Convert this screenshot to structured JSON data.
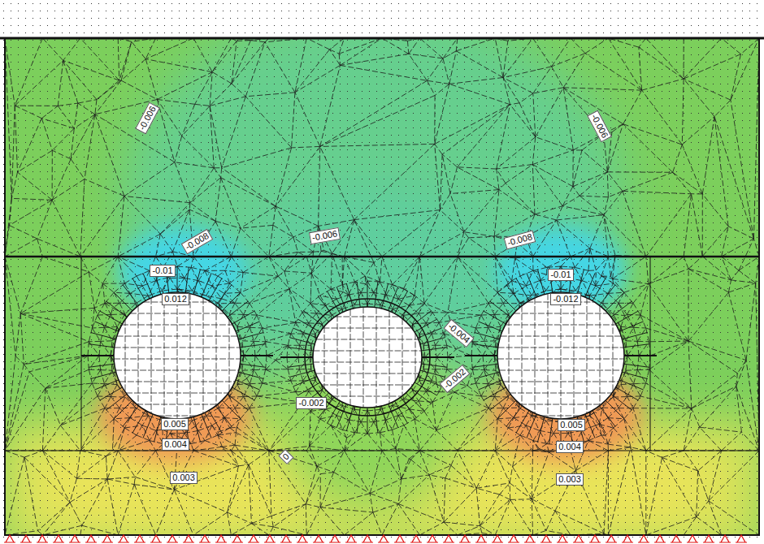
{
  "diagram": {
    "labels": [
      "-0.006",
      "-0.006",
      "-0.008",
      "-0.006",
      "-0.008",
      "-0.01",
      "0.012",
      "-0.01",
      "-0.012",
      "-0.004",
      "-0.002",
      "-0.002",
      "0.005",
      "0.004",
      "0.003",
      "0",
      "0.005",
      "0.004",
      "0.003"
    ]
  }
}
